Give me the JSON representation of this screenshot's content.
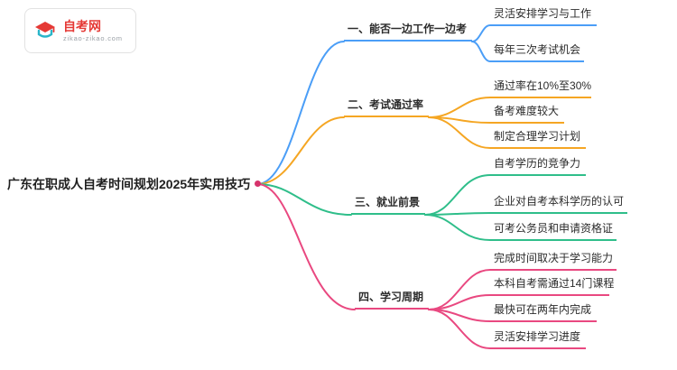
{
  "logo": {
    "brand": "自考网",
    "url": "zikao-zikao.com",
    "brand_color": "#e53935",
    "icon": "graduation-cap-icon",
    "icon_colors": {
      "cap": "#e53935",
      "book": "#2ab5c9"
    }
  },
  "root": {
    "label": "广东在职成人自考时间规划2025年实用技巧",
    "dot_color": "#d6336c"
  },
  "branches": [
    {
      "label": "一、能否一边工作一边考",
      "color": "#4b9ef7",
      "children": [
        "灵活安排学习与工作",
        "每年三次考试机会"
      ]
    },
    {
      "label": "二、考试通过率",
      "color": "#f5a623",
      "children": [
        "通过率在10%至30%",
        "备考难度较大",
        "制定合理学习计划"
      ]
    },
    {
      "label": "三、就业前景",
      "color": "#2fbe8a",
      "children": [
        "自考学历的竞争力",
        "企业对自考本科学历的认可",
        "可考公务员和申请资格证"
      ]
    },
    {
      "label": "四、学习周期",
      "color": "#e94880",
      "children": [
        "完成时间取决于学习能力",
        "本科自考需通过14门课程",
        "最快可在两年内完成",
        "灵活安排学习进度"
      ]
    }
  ]
}
